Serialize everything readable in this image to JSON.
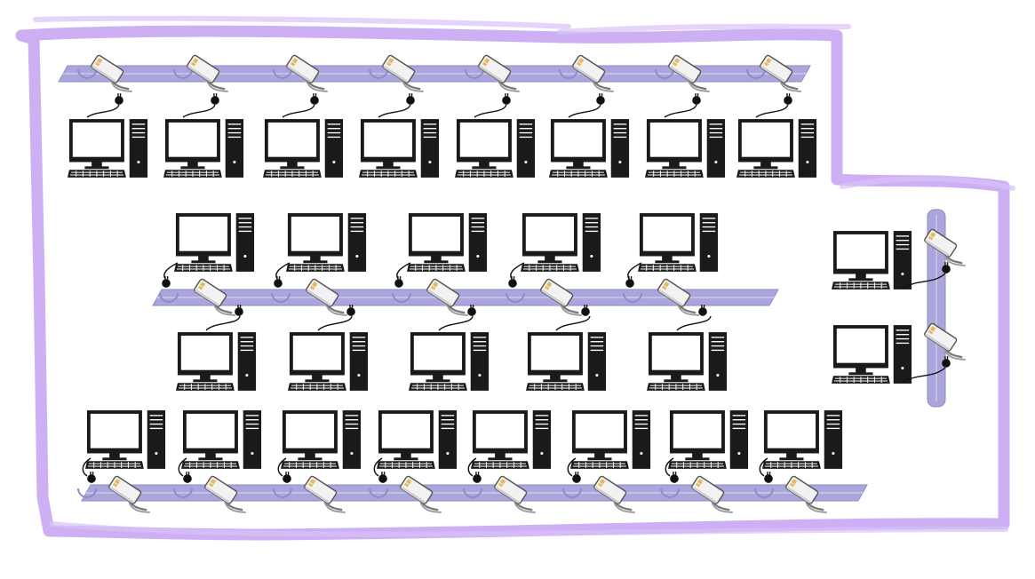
{
  "diagram": {
    "colors": {
      "room_outline": "#cdb0f4",
      "conduit_fill": "#aaa6dc",
      "conduit_edge": "#8f8ac8",
      "monitor": "#1a1a1a",
      "screen": "#ffffff",
      "tower": "#1a1a1a",
      "adapter_body": "#f2f2f2",
      "adapter_edge": "#555555",
      "adapter_port": "#e7b85c",
      "cable": "#111111"
    },
    "rows": [
      {
        "id": "row-1",
        "computers": 8,
        "adapters": 8,
        "conduit": "above"
      },
      {
        "id": "row-2",
        "computers": 5,
        "adapters": 5,
        "conduit": "below"
      },
      {
        "id": "row-3",
        "computers": 5,
        "adapters": 5,
        "conduit": "above"
      },
      {
        "id": "row-4",
        "computers": 8,
        "adapters": 8,
        "conduit": "below"
      },
      {
        "id": "side-column",
        "computers": 2,
        "adapters": 2,
        "conduit": "vertical"
      }
    ]
  }
}
